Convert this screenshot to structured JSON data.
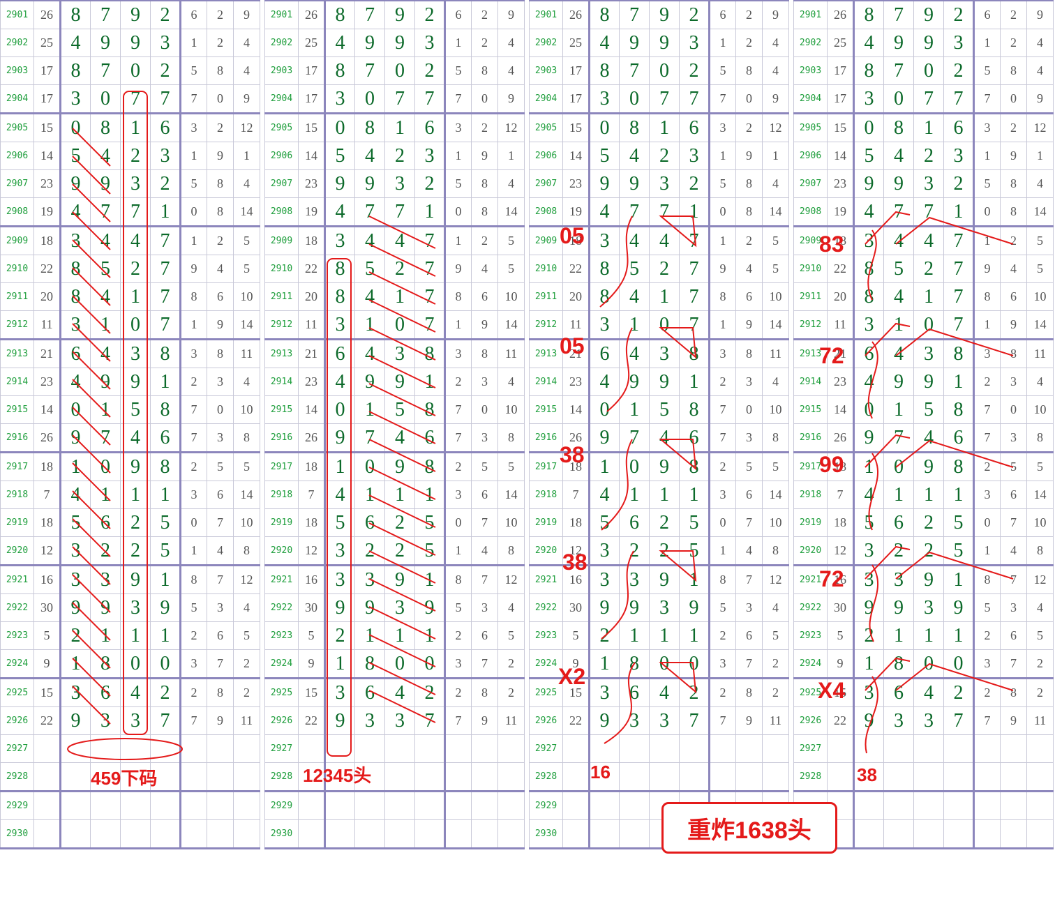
{
  "rows": [
    {
      "issue": "2901",
      "sum": "26",
      "d": [
        "8",
        "7",
        "9",
        "2"
      ],
      "x": [
        "6",
        "2",
        "9"
      ]
    },
    {
      "issue": "2902",
      "sum": "25",
      "d": [
        "4",
        "9",
        "9",
        "3"
      ],
      "x": [
        "1",
        "2",
        "4"
      ]
    },
    {
      "issue": "2903",
      "sum": "17",
      "d": [
        "8",
        "7",
        "0",
        "2"
      ],
      "x": [
        "5",
        "8",
        "4"
      ]
    },
    {
      "issue": "2904",
      "sum": "17",
      "d": [
        "3",
        "0",
        "7",
        "7"
      ],
      "x": [
        "7",
        "0",
        "9"
      ]
    },
    {
      "issue": "2905",
      "sum": "15",
      "d": [
        "0",
        "8",
        "1",
        "6"
      ],
      "x": [
        "3",
        "2",
        "12"
      ]
    },
    {
      "issue": "2906",
      "sum": "14",
      "d": [
        "5",
        "4",
        "2",
        "3"
      ],
      "x": [
        "1",
        "9",
        "1"
      ]
    },
    {
      "issue": "2907",
      "sum": "23",
      "d": [
        "9",
        "9",
        "3",
        "2"
      ],
      "x": [
        "5",
        "8",
        "4"
      ]
    },
    {
      "issue": "2908",
      "sum": "19",
      "d": [
        "4",
        "7",
        "7",
        "1"
      ],
      "x": [
        "0",
        "8",
        "14"
      ]
    },
    {
      "issue": "2909",
      "sum": "18",
      "d": [
        "3",
        "4",
        "4",
        "7"
      ],
      "x": [
        "1",
        "2",
        "5"
      ]
    },
    {
      "issue": "2910",
      "sum": "22",
      "d": [
        "8",
        "5",
        "2",
        "7"
      ],
      "x": [
        "9",
        "4",
        "5"
      ]
    },
    {
      "issue": "2911",
      "sum": "20",
      "d": [
        "8",
        "4",
        "1",
        "7"
      ],
      "x": [
        "8",
        "6",
        "10"
      ]
    },
    {
      "issue": "2912",
      "sum": "11",
      "d": [
        "3",
        "1",
        "0",
        "7"
      ],
      "x": [
        "1",
        "9",
        "14"
      ]
    },
    {
      "issue": "2913",
      "sum": "21",
      "d": [
        "6",
        "4",
        "3",
        "8"
      ],
      "x": [
        "3",
        "8",
        "11"
      ]
    },
    {
      "issue": "2914",
      "sum": "23",
      "d": [
        "4",
        "9",
        "9",
        "1"
      ],
      "x": [
        "2",
        "3",
        "4"
      ]
    },
    {
      "issue": "2915",
      "sum": "14",
      "d": [
        "0",
        "1",
        "5",
        "8"
      ],
      "x": [
        "7",
        "0",
        "10"
      ]
    },
    {
      "issue": "2916",
      "sum": "26",
      "d": [
        "9",
        "7",
        "4",
        "6"
      ],
      "x": [
        "7",
        "3",
        "8"
      ]
    },
    {
      "issue": "2917",
      "sum": "18",
      "d": [
        "1",
        "0",
        "9",
        "8"
      ],
      "x": [
        "2",
        "5",
        "5"
      ]
    },
    {
      "issue": "2918",
      "sum": "7",
      "d": [
        "4",
        "1",
        "1",
        "1"
      ],
      "x": [
        "3",
        "6",
        "14"
      ]
    },
    {
      "issue": "2919",
      "sum": "18",
      "d": [
        "5",
        "6",
        "2",
        "5"
      ],
      "x": [
        "0",
        "7",
        "10"
      ]
    },
    {
      "issue": "2920",
      "sum": "12",
      "d": [
        "3",
        "2",
        "2",
        "5"
      ],
      "x": [
        "1",
        "4",
        "8"
      ]
    },
    {
      "issue": "2921",
      "sum": "16",
      "d": [
        "3",
        "3",
        "9",
        "1"
      ],
      "x": [
        "8",
        "7",
        "12"
      ]
    },
    {
      "issue": "2922",
      "sum": "30",
      "d": [
        "9",
        "9",
        "3",
        "9"
      ],
      "x": [
        "5",
        "3",
        "4"
      ]
    },
    {
      "issue": "2923",
      "sum": "5",
      "d": [
        "2",
        "1",
        "1",
        "1"
      ],
      "x": [
        "2",
        "6",
        "5"
      ]
    },
    {
      "issue": "2924",
      "sum": "9",
      "d": [
        "1",
        "8",
        "0",
        "0"
      ],
      "x": [
        "3",
        "7",
        "2"
      ]
    },
    {
      "issue": "2925",
      "sum": "15",
      "d": [
        "3",
        "6",
        "4",
        "2"
      ],
      "x": [
        "2",
        "8",
        "2"
      ]
    },
    {
      "issue": "2926",
      "sum": "22",
      "d": [
        "9",
        "3",
        "3",
        "7"
      ],
      "x": [
        "7",
        "9",
        "11"
      ]
    },
    {
      "issue": "2927",
      "sum": "",
      "d": [
        "",
        "",
        "",
        ""
      ],
      "x": [
        "",
        "",
        ""
      ]
    },
    {
      "issue": "2928",
      "sum": "",
      "d": [
        "",
        "",
        "",
        ""
      ],
      "x": [
        "",
        "",
        ""
      ]
    },
    {
      "issue": "2929",
      "sum": "",
      "d": [
        "",
        "",
        "",
        ""
      ],
      "x": [
        "",
        "",
        ""
      ]
    },
    {
      "issue": "2930",
      "sum": "",
      "d": [
        "",
        "",
        "",
        ""
      ],
      "x": [
        "",
        "",
        ""
      ]
    }
  ],
  "panel4_hidden_rows": [
    "2929",
    "2930"
  ],
  "annotations": {
    "panel1_note": "459下码",
    "panel2_note": "12345头",
    "panel3_notes": [
      "05",
      "05",
      "38",
      "38",
      "X2",
      "16"
    ],
    "panel4_notes": [
      "83",
      "72",
      "99",
      "72",
      "X4",
      "38"
    ],
    "badge": "重炸1638头"
  },
  "colors": {
    "issue_text": "#1e9e3c",
    "digit_text": "#0c6a2a",
    "aux_text": "#555555",
    "grid_line": "#c8c8d8",
    "group_line": "#8c86bc",
    "annotation": "#e41a1a"
  }
}
